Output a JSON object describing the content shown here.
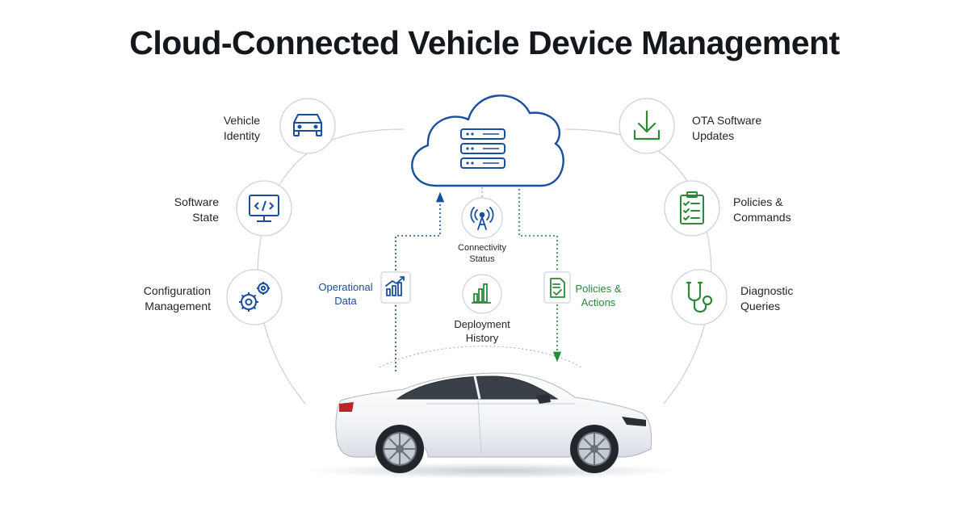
{
  "title": "Cloud-Connected Vehicle Device Management",
  "colors": {
    "blue": "#1a4e9e",
    "green": "#2a8a3a",
    "gray_line": "#c9d3e0",
    "text": "#1f2328"
  },
  "left_nodes": [
    {
      "label_line1": "Vehicle",
      "label_line2": "Identity",
      "icon": "car-icon"
    },
    {
      "label_line1": "Software",
      "label_line2": "State",
      "icon": "code-monitor-icon"
    },
    {
      "label_line1": "Configuration",
      "label_line2": "Management",
      "icon": "gears-icon"
    }
  ],
  "right_nodes": [
    {
      "label_line1": "OTA Software",
      "label_line2": "Updates",
      "icon": "download-icon"
    },
    {
      "label_line1": "Policies &",
      "label_line2": "Commands",
      "icon": "clipboard-checklist-icon"
    },
    {
      "label_line1": "Diagnostic",
      "label_line2": "Queries",
      "icon": "stethoscope-icon"
    }
  ],
  "center": {
    "cloud_icon": "cloud-server-icon",
    "connectivity": {
      "line1": "Connectivity",
      "line2": "Status",
      "icon": "antenna-icon"
    },
    "deployment": {
      "line1": "Deployment",
      "line2": "History",
      "icon": "bar-chart-icon"
    },
    "operational": {
      "line1": "Operational",
      "line2": "Data",
      "icon": "trend-chart-icon"
    },
    "policies_actions": {
      "line1": "Policies &",
      "line2": "Actions",
      "icon": "document-check-icon"
    }
  },
  "vehicle": {
    "icon": "sedan-car-image"
  }
}
